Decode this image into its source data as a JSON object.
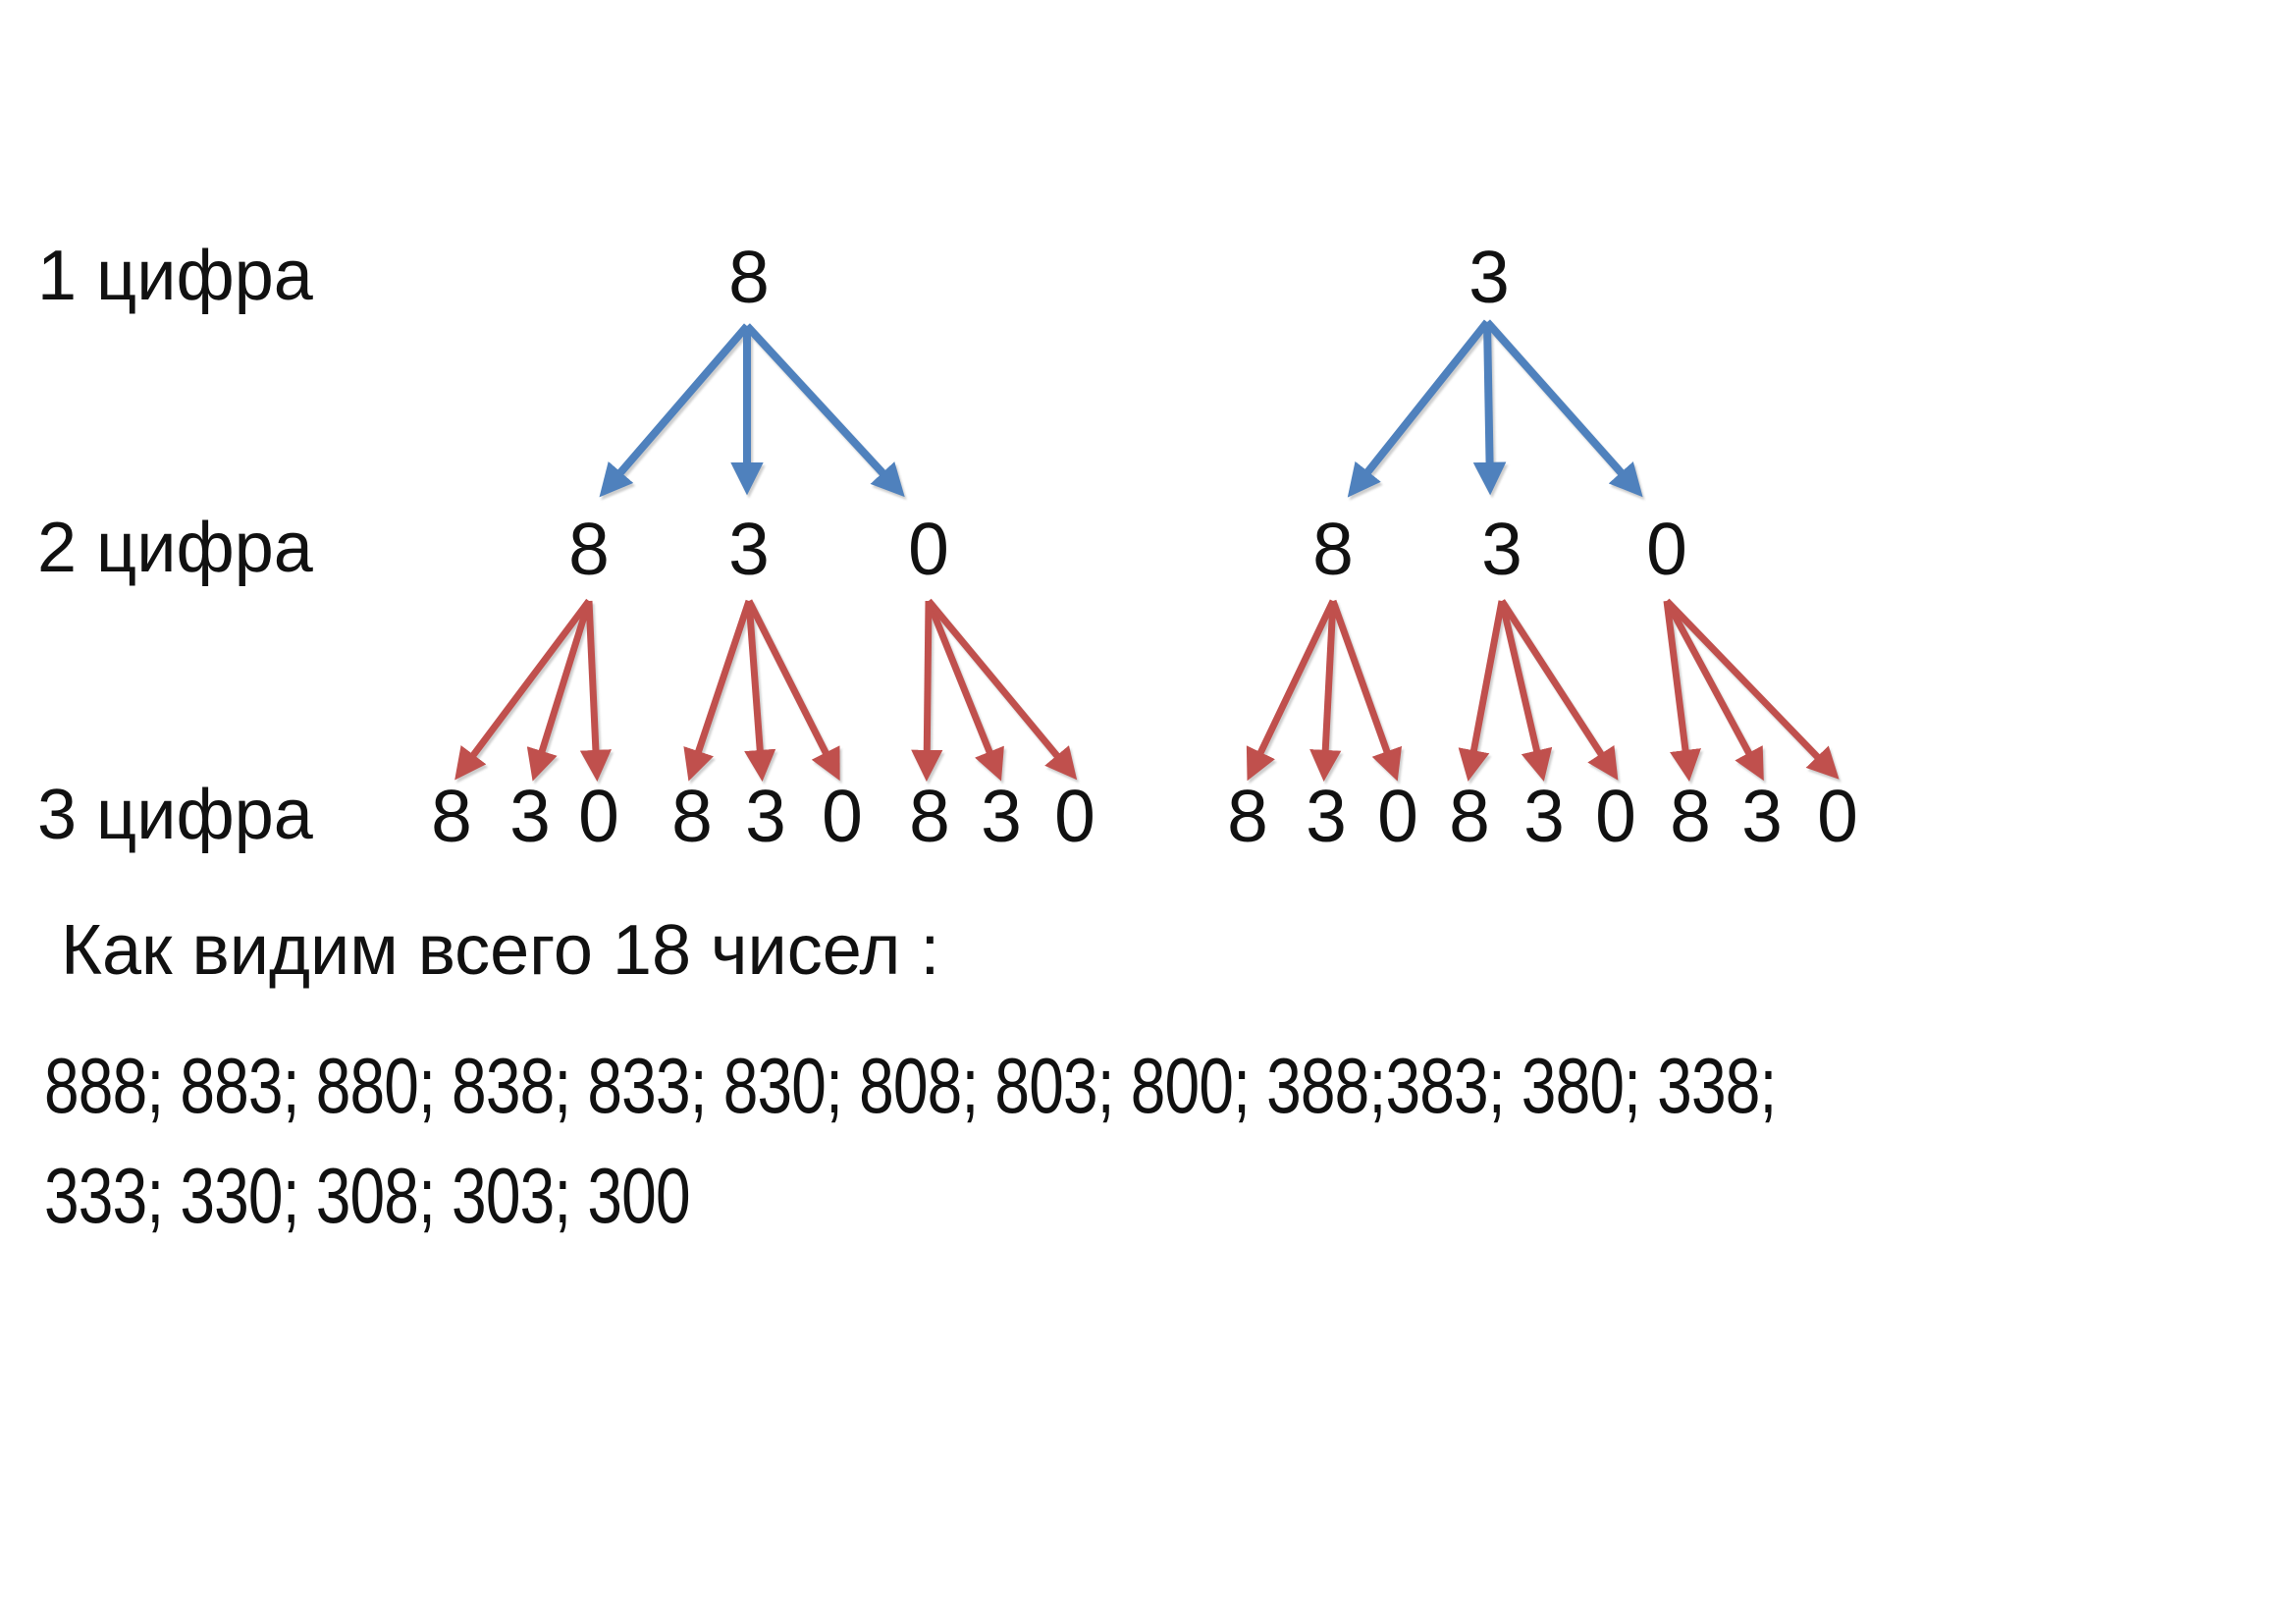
{
  "labels": {
    "row1": "1 цифра",
    "row2": "2 цифра",
    "row3": "3 цифра"
  },
  "tree1": {
    "root": "8",
    "level2": [
      "8",
      "3",
      "0"
    ],
    "level3": [
      [
        "8",
        "3",
        "0"
      ],
      [
        "8",
        "3",
        "0"
      ],
      [
        "8",
        "3",
        "0"
      ]
    ]
  },
  "tree2": {
    "root": "3",
    "level2": [
      "8",
      "3",
      "0"
    ],
    "level3": [
      [
        "8",
        "3",
        "0"
      ],
      [
        "8",
        "3",
        "0"
      ],
      [
        "8",
        "3",
        "0"
      ]
    ]
  },
  "summary": {
    "heading": "Как видим всего 18 чисел :",
    "line1": "888; 883; 880; 838; 833; 830; 808; 803; 800; 388;383; 380; 338;",
    "line2": "333; 330; 308; 303; 300"
  },
  "colors": {
    "level1_arrow": "#4f81bd",
    "level2_arrow": "#c0504d",
    "text": "#111111",
    "background": "#ffffff"
  }
}
